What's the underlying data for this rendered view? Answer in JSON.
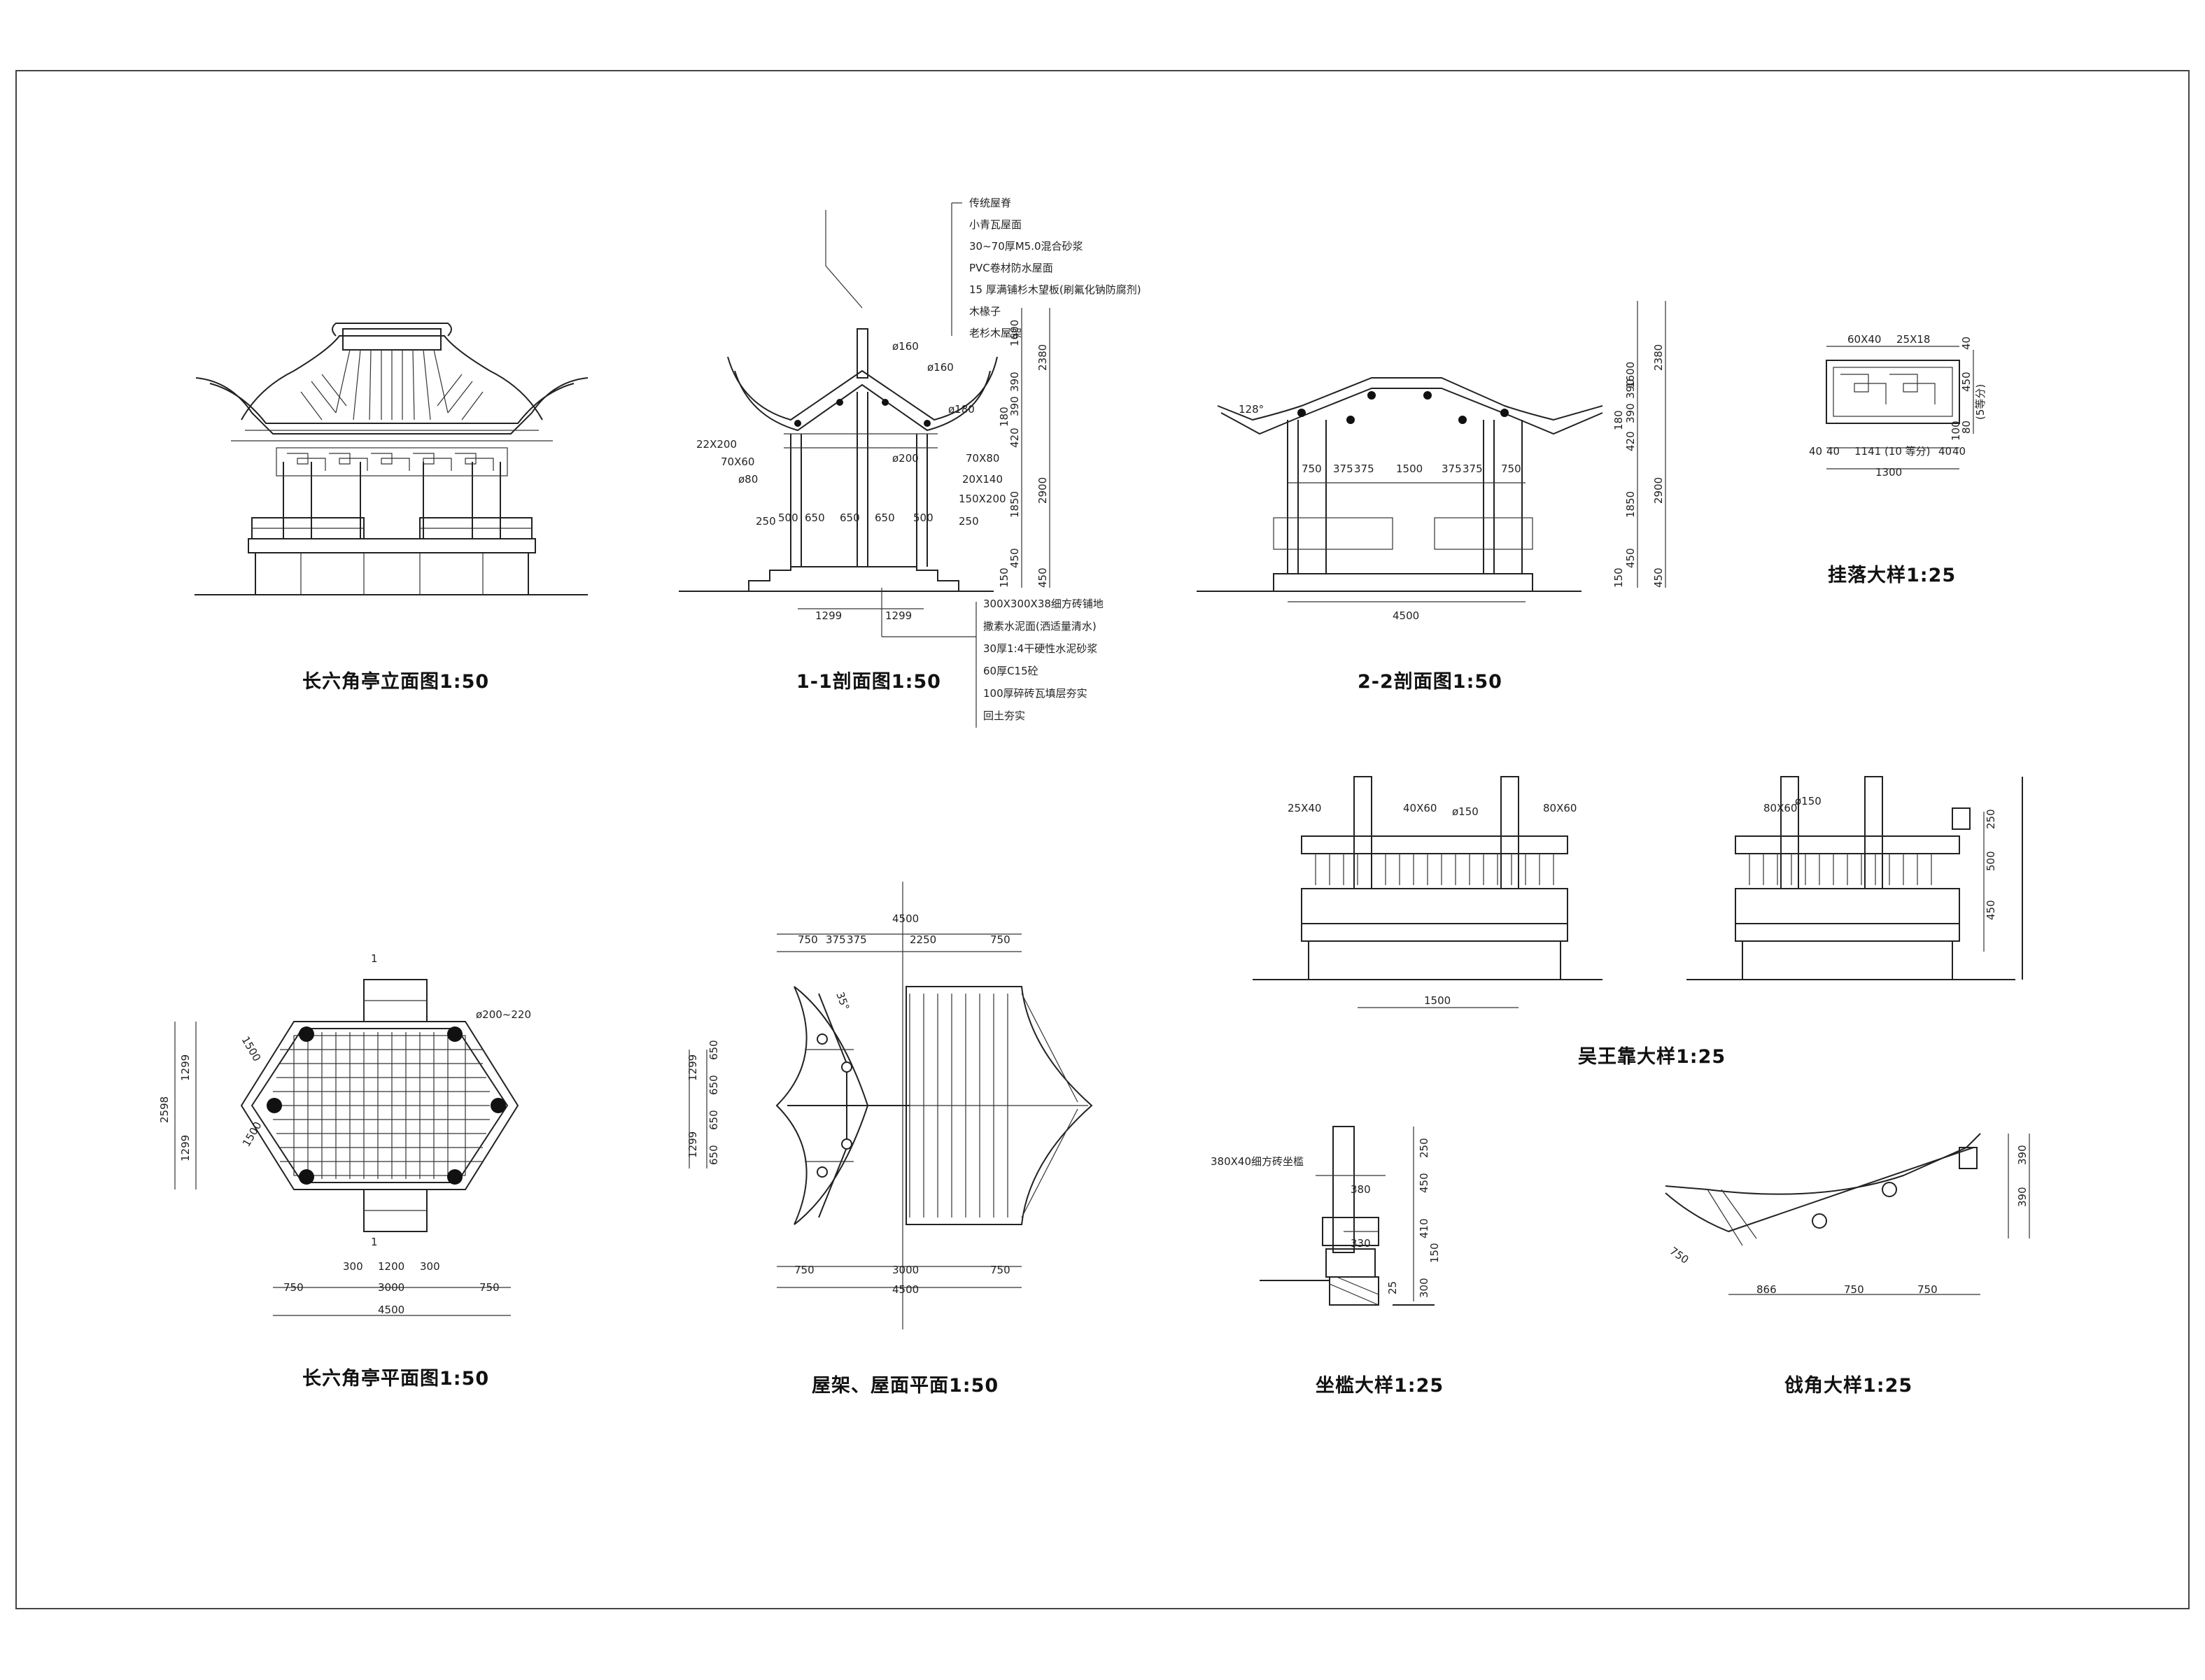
{
  "titles": {
    "elevation": "长六角亭立面图1:50",
    "section11": "1-1剖面图1:50",
    "section22": "2-2剖面图1:50",
    "hanging": "挂落大样1:25",
    "plan": "长六角亭平面图1:50",
    "roofplan": "屋架、屋面平面1:50",
    "wuwangkao": "吴王靠大样1:25",
    "seat": "坐槛大样1:25",
    "corner": "戗角大样1:25"
  },
  "roof_notes": [
    "传统屋脊",
    "小青瓦屋面",
    "30~70厚M5.0混合砂浆",
    "PVC卷材防水屋面",
    "15 厚满铺杉木望板(刷氟化钠防腐剂)",
    "木椽子",
    "老杉木屋架"
  ],
  "floor_notes": [
    "300X300X38细方砖铺地",
    "撒素水泥面(洒适量清水)",
    "30厚1:4干硬性水泥砂浆",
    "60厚C15砼",
    "100厚碎砖瓦填层夯实",
    "回土夯实"
  ],
  "s11": {
    "members": [
      "ø160",
      "ø160",
      "ø180",
      "ø200",
      "22X200",
      "70X60",
      "ø80",
      "70X80",
      "20X140",
      "150X200"
    ],
    "bays": [
      "250",
      "500",
      "650",
      "650",
      "650",
      "500",
      "250"
    ],
    "halves": [
      "1299",
      "1299"
    ],
    "heights": [
      "1600",
      "390",
      "390",
      "420",
      "180",
      "2900",
      "1850",
      "2380",
      "450",
      "150",
      "450"
    ]
  },
  "s22": {
    "bays": [
      "750",
      "375",
      "375",
      "1500",
      "375",
      "375",
      "750"
    ],
    "total": "4500",
    "heights": [
      "1600",
      "390",
      "390",
      "420",
      "180",
      "2900",
      "1850",
      "2380",
      "450",
      "150",
      "450"
    ],
    "angle": "128°"
  },
  "hang": {
    "dims": [
      "60X40",
      "25X18",
      "40",
      "450",
      "(5等分)",
      "100",
      "80",
      "40",
      "40",
      "1141 (10 等分)",
      "40",
      "40",
      "1300"
    ]
  },
  "plan": {
    "left": [
      "1299",
      "1299",
      "2598"
    ],
    "diag": [
      "1500",
      "1500"
    ],
    "col": "ø200~220",
    "bottom": [
      "300",
      "1200",
      "300",
      "750",
      "3000",
      "750",
      "4500"
    ],
    "sec": "1"
  },
  "roofplan": {
    "top": [
      "4500",
      "750",
      "375",
      "375",
      "2250",
      "750"
    ],
    "left": [
      "1299",
      "650",
      "650",
      "650",
      "650",
      "1299"
    ],
    "bottom": [
      "3000",
      "750",
      "750",
      "4500"
    ],
    "angle": "35°"
  },
  "wwk": {
    "a": [
      "25X40",
      "40X60",
      "ø150",
      "80X60",
      "1500"
    ],
    "b": [
      "80X60",
      "ø150",
      "250",
      "500",
      "450"
    ]
  },
  "seat": [
    "380X40细方砖坐槛",
    "250",
    "450",
    "380",
    "410",
    "330",
    "150",
    "300",
    "25"
  ],
  "corner": [
    "390",
    "390",
    "750",
    "866",
    "750",
    "750"
  ]
}
